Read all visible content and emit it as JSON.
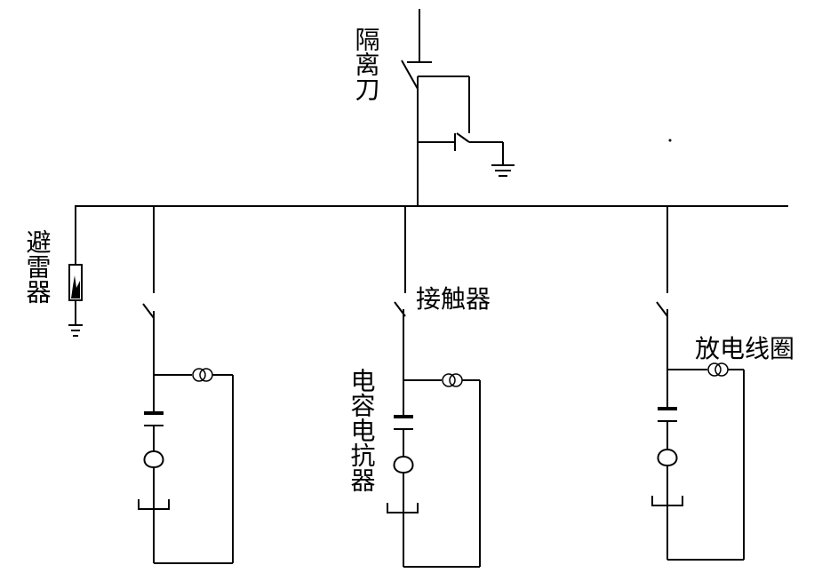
{
  "labels": {
    "isolator": "隔离刀",
    "arrester": "避雷器",
    "contactor": "接触器",
    "discharge_coil": "放电线圈",
    "capacitor_reactor": "电容电抗器"
  }
}
